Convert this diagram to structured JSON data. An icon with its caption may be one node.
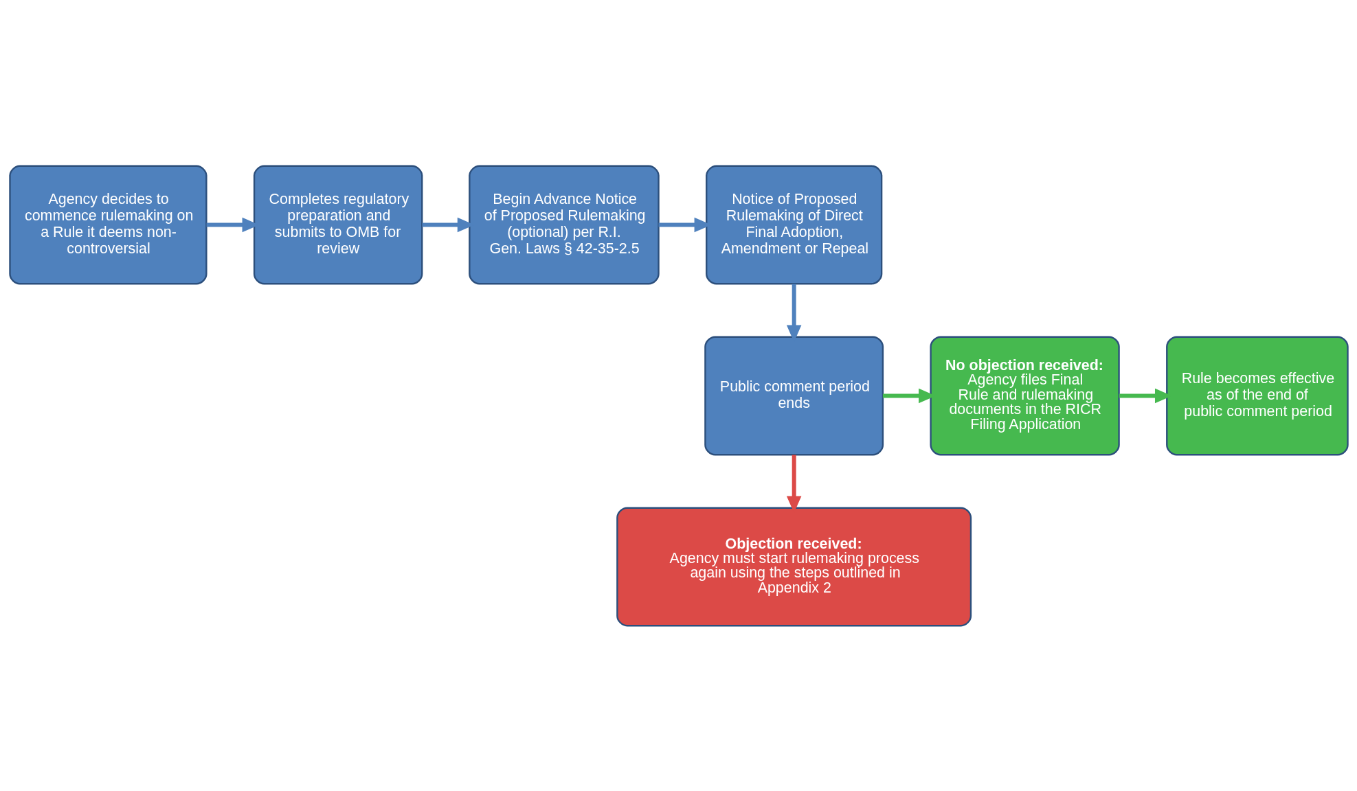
{
  "diagram": {
    "nodes": [
      {
        "text": [
          "Agency decides to commence rulemaking on a Rule it deems non- controversial"
        ]
      },
      {
        "text": [
          "Completes regulatory preparation and submits to OMB for review"
        ]
      },
      {
        "text": [
          "Begin Advance Notice of Proposed Rulemaking (optional) per R.I. Gen. Laws § 42-35-2.5"
        ]
      },
      {
        "text": [
          "Notice of Proposed Rulemaking of Direct Final Adoption, Amendment or Repeal"
        ]
      },
      {
        "text": [
          "Public comment period ends"
        ]
      },
      {
        "text": [
          "No objection received:",
          "Agency files Final Rule and rulemaking documents in the RICR Filing Application"
        ]
      },
      {
        "text": [
          "Rule becomes effective as of the end of public comment period"
        ]
      },
      {
        "text": [
          "Objection received:",
          "Agency must start rulemaking process again using the steps outlined in Appendix 2"
        ]
      }
    ],
    "edges": [
      {
        "from": 0,
        "to": 1,
        "arrow": "to"
      },
      {
        "from": 1,
        "to": 2,
        "arrow": "to"
      },
      {
        "from": 2,
        "to": 3,
        "arrow": "to"
      },
      {
        "from": 3,
        "to": 4,
        "arrow": "to"
      },
      {
        "from": 4,
        "to": 5,
        "arrow": "to",
        "color": "#46b94f"
      },
      {
        "from": 5,
        "to": 6,
        "arrow": "to",
        "color": "#46b94f"
      },
      {
        "from": 4,
        "to": 7,
        "arrow": "to",
        "color": "#dc4a47"
      }
    ]
  }
}
